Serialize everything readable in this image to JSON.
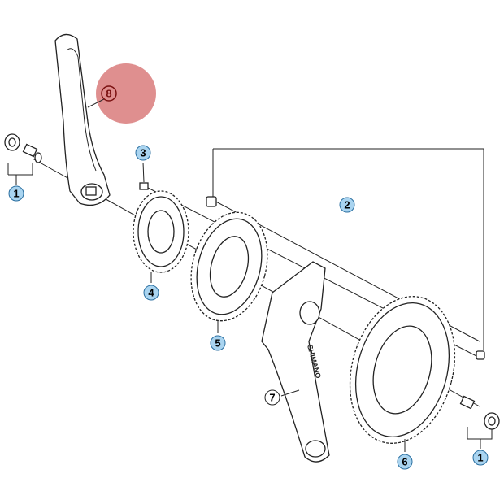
{
  "diagram": {
    "title": "Crankset exploded view",
    "highlight_color": "#d46a6a",
    "callout_color": "#a9d4f0",
    "callouts": [
      {
        "id": "c1a",
        "label": "1",
        "style": "blue"
      },
      {
        "id": "c2",
        "label": "2",
        "style": "blue"
      },
      {
        "id": "c3",
        "label": "3",
        "style": "blue"
      },
      {
        "id": "c4",
        "label": "4",
        "style": "blue"
      },
      {
        "id": "c5",
        "label": "5",
        "style": "blue"
      },
      {
        "id": "c6",
        "label": "6",
        "style": "blue"
      },
      {
        "id": "c7",
        "label": "7",
        "style": "white"
      },
      {
        "id": "c1b",
        "label": "1",
        "style": "blue"
      },
      {
        "id": "c8",
        "label": "8",
        "style": "highlighted"
      }
    ],
    "logo_text": "SHIMANO"
  }
}
